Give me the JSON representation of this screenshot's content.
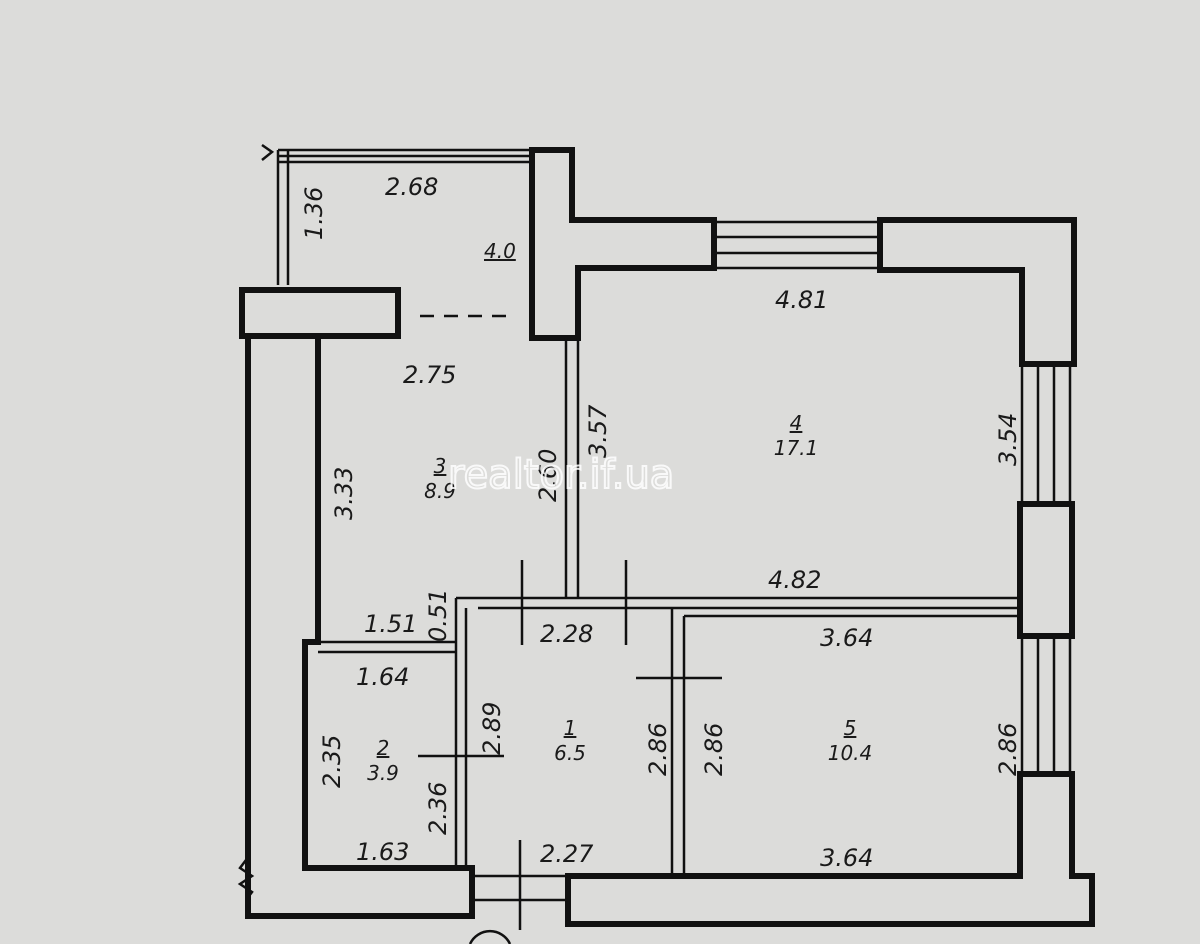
{
  "watermark": "realtor.if.ua",
  "balcony": {
    "width": "2.68",
    "depth": "1.36",
    "area": "4.0"
  },
  "dimensions": {
    "d_2_75": "2.75",
    "d_3_33": "3.33",
    "d_2_60": "2.60",
    "d_3_57": "3.57",
    "d_4_81": "4.81",
    "d_3_54": "3.54",
    "d_4_82": "4.82",
    "d_1_51": "1.51",
    "d_0_51": "0.51",
    "d_2_28": "2.28",
    "d_1_64": "1.64",
    "d_2_35": "2.35",
    "d_2_89": "2.89",
    "d_2_36": "2.36",
    "d_2_86_a": "2.86",
    "d_2_86_b": "2.86",
    "d_3_64_top": "3.64",
    "d_2_86_c": "2.86",
    "d_1_63": "1.63",
    "d_2_27": "2.27",
    "d_3_64_bottom": "3.64"
  },
  "rooms": [
    {
      "num": "1",
      "area": "6.5"
    },
    {
      "num": "2",
      "area": "3.9"
    },
    {
      "num": "3",
      "area": "8.9"
    },
    {
      "num": "4",
      "area": "17.1"
    },
    {
      "num": "5",
      "area": "10.4"
    }
  ]
}
